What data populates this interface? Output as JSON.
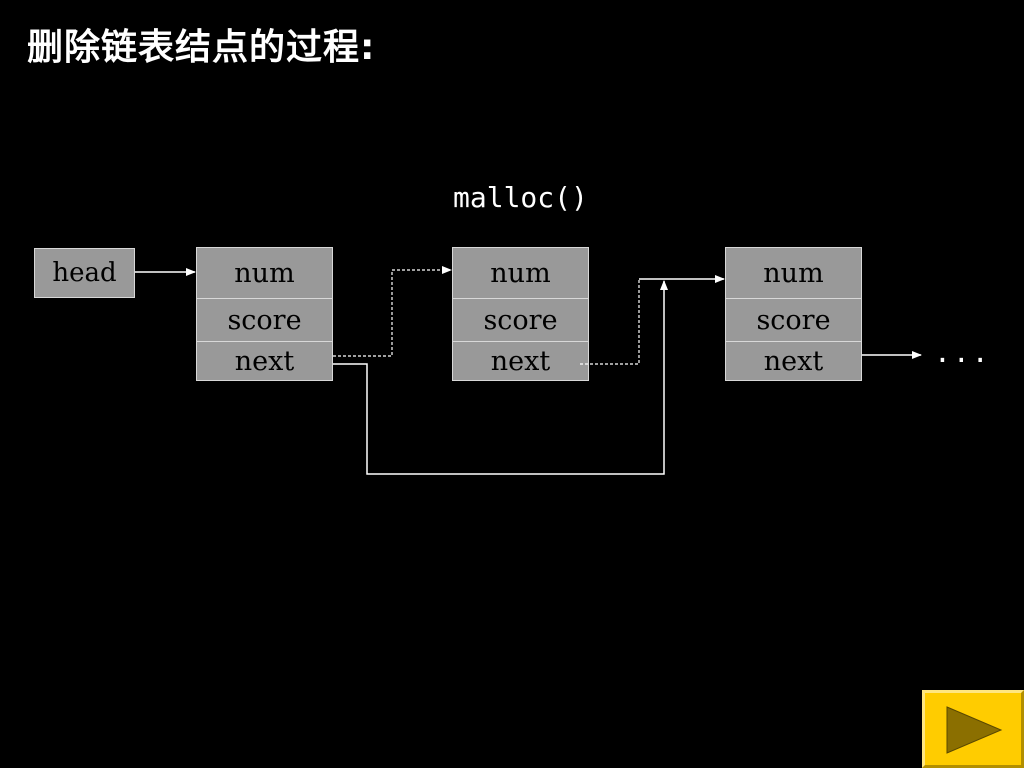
{
  "title": "删除链表结点的过程:",
  "malloc_label": "malloc()",
  "head_label": "head",
  "nodes": [
    {
      "fields": [
        "num",
        "score",
        "next"
      ]
    },
    {
      "fields": [
        "num",
        "score",
        "next"
      ]
    },
    {
      "fields": [
        "num",
        "score",
        "next"
      ]
    }
  ],
  "ellipsis": "...",
  "colors": {
    "background": "#000000",
    "box_fill": "#999999",
    "arrow": "#ffffff",
    "button_fill": "#ffcc00",
    "button_icon": "#8b6f00"
  },
  "next_button": {
    "icon": "play-triangle-icon"
  }
}
